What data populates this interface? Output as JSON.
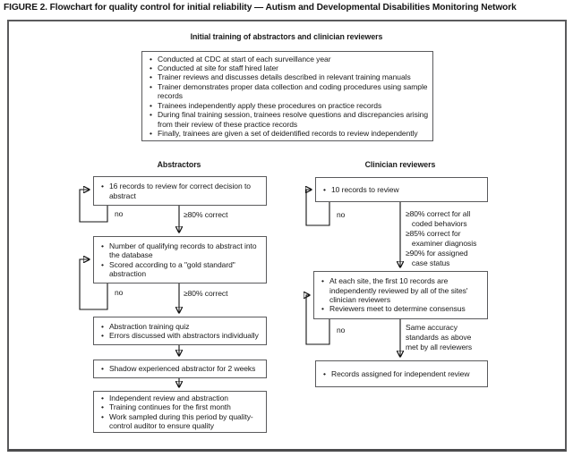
{
  "figure": {
    "title": "FIGURE 2. Flowchart for quality control for initial reliability — Autism and Developmental Disabilities Monitoring Network"
  },
  "top_section": {
    "header": "Initial training of abstractors and clinician reviewers",
    "bullets": [
      "Conducted at CDC at start of each surveillance year",
      "Conducted at site for staff hired later",
      "Trainer reviews and discusses details described in relevant training manuals",
      "Trainer demonstrates proper data collection and coding procedures using sample records",
      "Trainees independently apply these procedures on practice records",
      "During final training session, trainees resolve questions and discrepancies arising from their review of these practice records",
      "Finally, trainees are given a set of deidentified records to review independently"
    ]
  },
  "abstractors": {
    "header": "Abstractors",
    "box1": {
      "bullets": [
        "16 records to review for correct decision to abstract"
      ]
    },
    "loop1_label": "no",
    "pass1_label": "≥80% correct",
    "box2": {
      "bullets": [
        "Number of qualifying records to abstract into the database",
        "Scored according to a \"gold standard\" abstraction"
      ]
    },
    "loop2_label": "no",
    "pass2_label": "≥80% correct",
    "box3": {
      "bullets": [
        "Abstraction training quiz",
        "Errors discussed with abstractors individually"
      ]
    },
    "box4": {
      "bullets": [
        "Shadow experienced abstractor for 2 weeks"
      ]
    },
    "box5": {
      "bullets": [
        "Independent review and abstraction",
        "Training continues for the first month",
        "Work sampled during this period by quality-control auditor to ensure quality"
      ]
    }
  },
  "clinician_reviewers": {
    "header": "Clinician reviewers",
    "box1": {
      "bullets": [
        "10 records to review"
      ]
    },
    "loop1_label": "no",
    "pass1_label": "≥80% correct for all\n   coded behaviors\n≥85% correct for\n   examiner diagnosis\n≥90% for assigned\n   case status",
    "box2": {
      "bullets": [
        "At each site, the first 10 records are independently reviewed by all of the sites' clinician reviewers",
        "Reviewers meet to determine consensus"
      ]
    },
    "loop2_label": "no",
    "pass2_label": "Same accuracy\nstandards as above\nmet by all reviewers",
    "box3": {
      "bullets": [
        "Records assigned for independent review"
      ]
    }
  }
}
